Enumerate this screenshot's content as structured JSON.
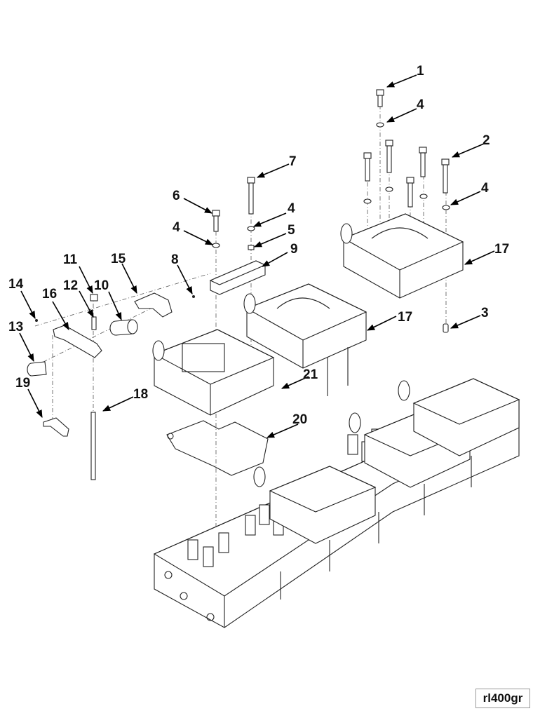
{
  "diagram": {
    "type": "exploded parts view",
    "subject": "Rocker housing / cylinder head assembly",
    "reference_code": "rl400gr",
    "callouts": [
      {
        "id": "c1",
        "label": "1",
        "part": "cap screw (top)"
      },
      {
        "id": "c2",
        "label": "2",
        "part": "cap screw"
      },
      {
        "id": "c3",
        "label": "3",
        "part": "dowel"
      },
      {
        "id": "c4a",
        "label": "4",
        "part": "washer"
      },
      {
        "id": "c4b",
        "label": "4",
        "part": "washer"
      },
      {
        "id": "c4c",
        "label": "4",
        "part": "washer"
      },
      {
        "id": "c4d",
        "label": "4",
        "part": "washer"
      },
      {
        "id": "c5",
        "label": "5",
        "part": "spacer"
      },
      {
        "id": "c6",
        "label": "6",
        "part": "cap screw"
      },
      {
        "id": "c7",
        "label": "7",
        "part": "long cap screw"
      },
      {
        "id": "c8",
        "label": "8",
        "part": "plug"
      },
      {
        "id": "c9",
        "label": "9",
        "part": "rocker shaft support"
      },
      {
        "id": "c10",
        "label": "10",
        "part": "bushing"
      },
      {
        "id": "c11",
        "label": "11",
        "part": "nut"
      },
      {
        "id": "c12",
        "label": "12",
        "part": "adjusting screw"
      },
      {
        "id": "c13",
        "label": "13",
        "part": "bushing"
      },
      {
        "id": "c14",
        "label": "14",
        "part": "plug"
      },
      {
        "id": "c15",
        "label": "15",
        "part": "rocker lever"
      },
      {
        "id": "c16",
        "label": "16",
        "part": "rocker lever"
      },
      {
        "id": "c17a",
        "label": "17",
        "part": "rocker housing assembly"
      },
      {
        "id": "c17b",
        "label": "17",
        "part": "rocker housing assembly"
      },
      {
        "id": "c18",
        "label": "18",
        "part": "push rod"
      },
      {
        "id": "c19",
        "label": "19",
        "part": "crosshead"
      },
      {
        "id": "c20",
        "label": "20",
        "part": "gasket"
      },
      {
        "id": "c21",
        "label": "21",
        "part": "rocker housing"
      }
    ]
  }
}
